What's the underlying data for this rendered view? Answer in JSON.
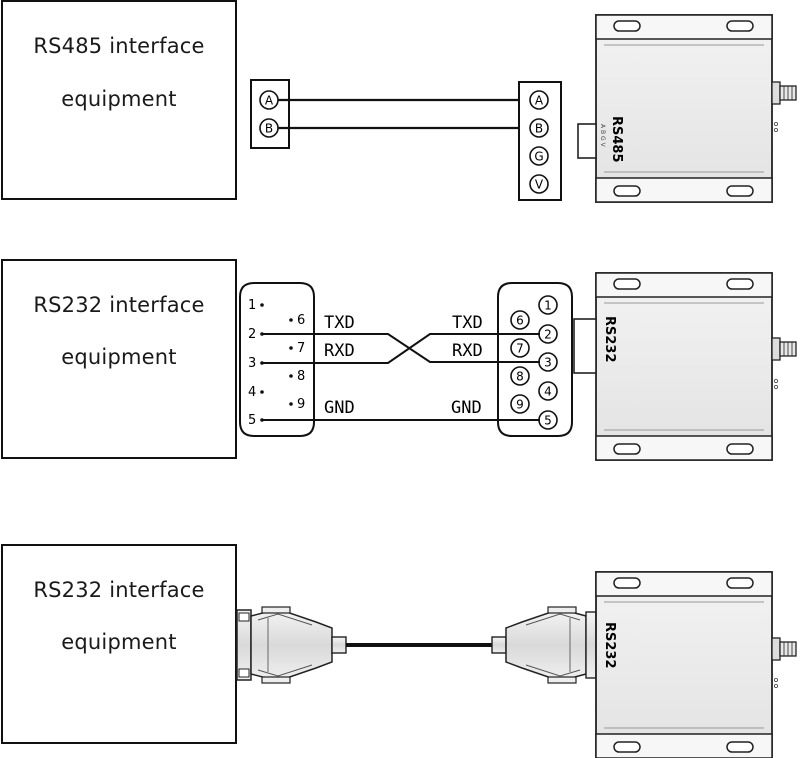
{
  "equipment": [
    {
      "line1": "RS485 interface",
      "line2": "equipment"
    },
    {
      "line1": "RS232 interface",
      "line2": "equipment"
    },
    {
      "line1": "RS232 interface",
      "line2": "equipment"
    }
  ],
  "rs485": {
    "device_label": "RS485",
    "device_sublabel": "A B G V",
    "left_terminals": [
      "A",
      "B"
    ],
    "right_terminals": [
      "A",
      "B",
      "G",
      "V"
    ]
  },
  "rs232": {
    "device_label": "RS232",
    "left_pins": [
      "1",
      "2",
      "3",
      "4",
      "5",
      "6",
      "7",
      "8",
      "9"
    ],
    "right_pins": [
      "1",
      "2",
      "3",
      "4",
      "5",
      "6",
      "7",
      "8",
      "9"
    ],
    "signals": [
      "TXD",
      "RXD",
      "GND"
    ]
  },
  "rs232_cable": {
    "device_label": "RS232"
  }
}
